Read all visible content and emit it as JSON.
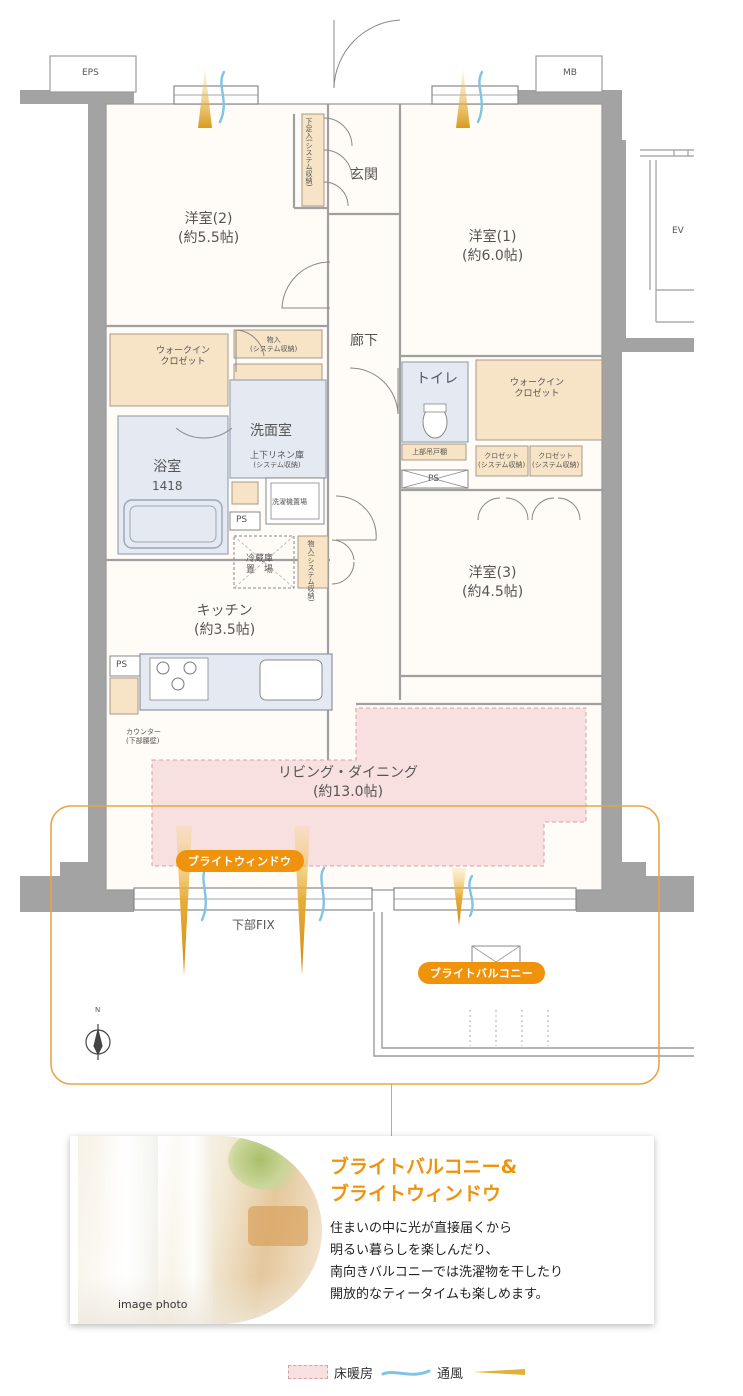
{
  "labels": {
    "eps": "EPS",
    "mb": "MB",
    "ev": "EV",
    "shoe_box": "下足入",
    "shoe_box_sub": "(システム収納)",
    "entrance": "玄関",
    "room2_name": "洋室(2)",
    "room2_size": "(約5.5帖)",
    "room1_name": "洋室(1)",
    "room1_size": "(約6.0帖)",
    "hallway": "廊下",
    "storage": "物入",
    "storage_sub": "(システム収納)",
    "wic_left_1": "ウォークイン",
    "wic_left_2": "クロゼット",
    "toilet": "トイレ",
    "wic_right_1": "ウォークイン",
    "wic_right_2": "クロゼット",
    "upper_cabinet": "上部吊戸棚",
    "closet_a": "クロゼット",
    "closet_a_sub": "(システム収納)",
    "closet_b": "クロゼット",
    "closet_b_sub": "(システム収納)",
    "ps": "PS",
    "washroom": "洗面室",
    "linen": "上下リネン庫",
    "linen_sub": "(システム収納)",
    "bathroom": "浴室",
    "bathroom_size": "1418",
    "washer": "洗濯機置場",
    "fridge_1": "冷蔵庫",
    "fridge_2": "置　場",
    "storage2": "物入",
    "storage2_sub": "(システム収納)",
    "room3_name": "洋室(3)",
    "room3_size": "(約4.5帖)",
    "kitchen_name": "キッチン",
    "kitchen_size": "(約3.5帖)",
    "counter_1": "カウンター",
    "counter_2": "(下部腰壁)",
    "living_name": "リビング・ダイニング",
    "living_size": "(約13.0帖)",
    "lower_fix": "下部FIX",
    "compass_n": "N",
    "bright_window": "ブライトウィンドウ",
    "bright_balcony": "ブライトバルコニー"
  },
  "card": {
    "title": "ブライトバルコニー&\nブライトウィンドウ",
    "body": "住まいの中に光が直接届くから\n明るい暮らしを楽しんだり、\n南向きバルコニーでは洗濯物を干したり\n開放的なティータイムも楽しめます。",
    "photo_caption": "image photo"
  },
  "legend": {
    "floor_heating": "床暖房",
    "ventilation": "通風"
  },
  "colors": {
    "wall": "#9c9c9c",
    "storage_fill": "#f7e3c5",
    "wet_area_fill": "#e4e9f2",
    "floor_heating_fill": "#f9e0e0",
    "accent_orange": "#f0930c",
    "wind_blue": "#7fc4e3",
    "light_yellow": "#e3b13a"
  }
}
